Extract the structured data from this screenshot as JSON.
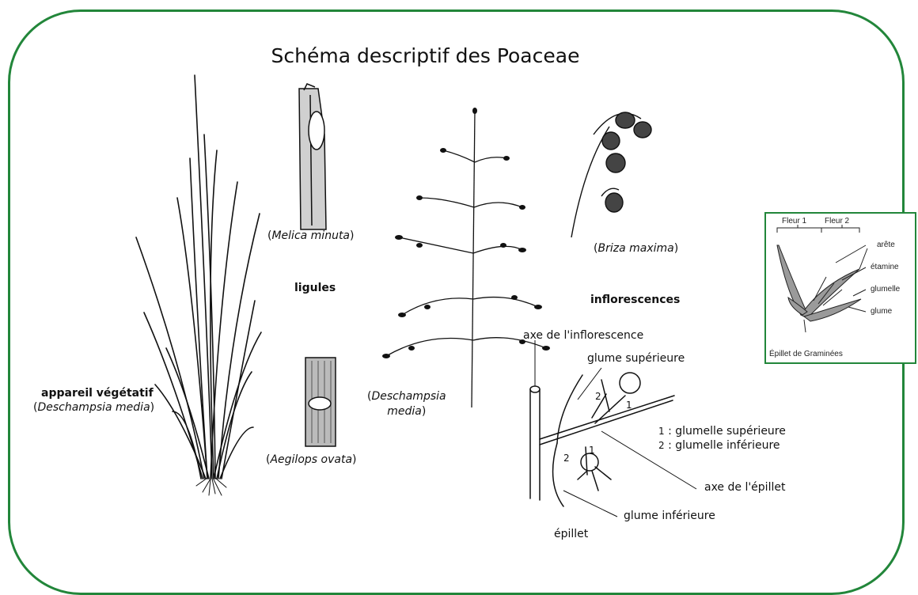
{
  "title": "Schéma descriptif des Poaceae",
  "vegetative": {
    "heading": "appareil végétatif",
    "species": "Deschampsia media"
  },
  "ligules": {
    "heading": "ligules",
    "species_top": "Melica minuta",
    "species_bottom": "Aegilops ovata"
  },
  "inflorescences": {
    "heading": "inflorescences",
    "species_left_line1": "Deschampsia",
    "species_left_line2": "media",
    "species_right": "Briza maxima"
  },
  "spikelet": {
    "axis_inflorescence": "axe de l'inflorescence",
    "upper_glume": "glume supérieure",
    "lower_glume": "glume inférieure",
    "spikelet_axis": "axe de l'épillet",
    "spikelet": "épillet",
    "marker_1": "1",
    "marker_2": "2",
    "legend_1_num": "1",
    "legend_1_text": ": glumelle supérieure",
    "legend_2_num": "2",
    "legend_2_text": ": glumelle inférieure"
  },
  "inset": {
    "flower_1": "Fleur 1",
    "flower_2": "Fleur 2",
    "awn": "arête",
    "stamen": "étamine",
    "lemma": "glumelle",
    "glume": "glume",
    "caption": "Épillet de Graminées"
  },
  "colors": {
    "frame": "#22863a",
    "ink": "#111111"
  }
}
